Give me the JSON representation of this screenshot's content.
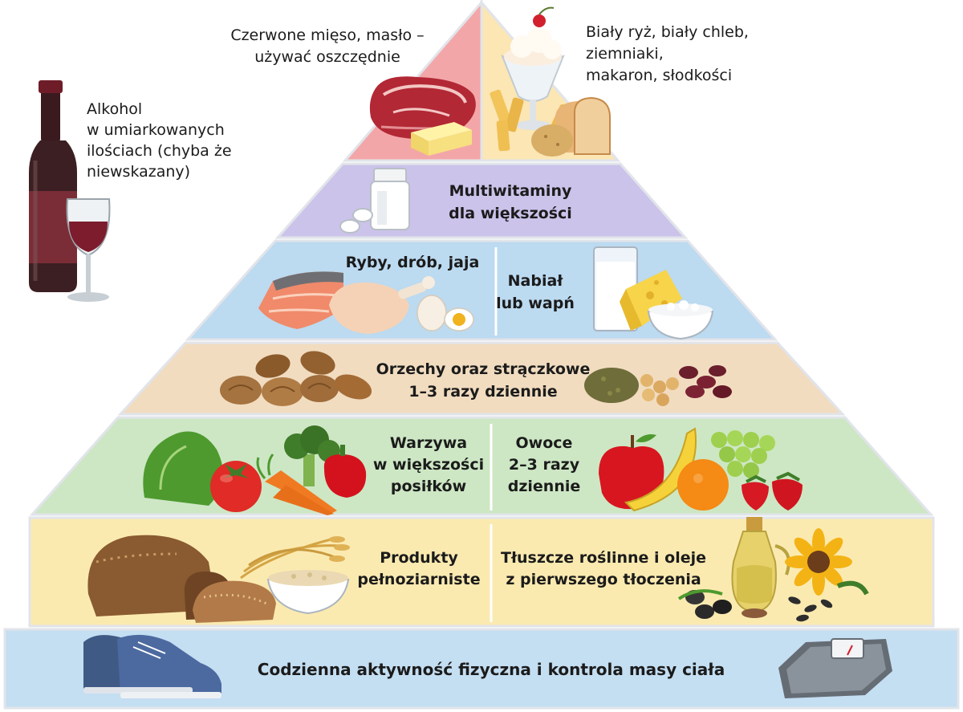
{
  "tiers": {
    "top_left": {
      "lines": [
        "Czerwone mięso, masło –",
        "używać oszczędnie"
      ],
      "icons": [
        "steak-icon",
        "butter-icon"
      ],
      "color": "#f3a6a8"
    },
    "top_right": {
      "lines": [
        "Biały ryż, biały chleb,",
        "ziemniaki,",
        "makaron, słodkości"
      ],
      "icons": [
        "sundae-icon",
        "pasta-icon",
        "bread-icon",
        "potato-icon"
      ],
      "color": "#fbe6b4"
    },
    "multivitamins": {
      "lines": [
        "Multiwitaminy",
        "dla większości"
      ],
      "icons": [
        "pill-bottle-icon",
        "pill-icon"
      ],
      "color": "#cbc3ea"
    },
    "protein": {
      "left_lines": [
        "Ryby, drób, jaja"
      ],
      "right_lines": [
        "Nabiał",
        "lub wapń"
      ],
      "icons": [
        "salmon-icon",
        "chicken-leg-icon",
        "egg-icon",
        "milk-glass-icon",
        "cheese-icon",
        "cottage-cheese-bowl-icon"
      ],
      "color": "#bcdaf0"
    },
    "nuts": {
      "lines": [
        "Orzechy oraz strączkowe",
        "1–3 razy dziennie"
      ],
      "icons": [
        "walnut-icon",
        "almond-icon",
        "lentils-icon",
        "chickpeas-icon",
        "beans-icon"
      ],
      "color": "#f1dcc0"
    },
    "produce": {
      "left_lines": [
        "Warzywa",
        "w większości",
        "posiłków"
      ],
      "right_lines": [
        "Owoce",
        "2–3 razy",
        "dziennie"
      ],
      "icons": [
        "lettuce-icon",
        "broccoli-icon",
        "tomato-icon",
        "carrot-icon",
        "pepper-icon",
        "apple-icon",
        "banana-icon",
        "orange-icon",
        "grapes-icon",
        "strawberry-icon"
      ],
      "color": "#cde7c4"
    },
    "grains_oils": {
      "left_lines": [
        "Produkty",
        "pełnoziarniste"
      ],
      "right_lines": [
        "Tłuszcze roślinne i oleje",
        "z pierwszego tłoczenia"
      ],
      "icons": [
        "whole-grain-bread-icon",
        "wheat-icon",
        "oat-bowl-icon",
        "oil-bottle-icon",
        "sunflower-icon",
        "olives-icon",
        "seeds-icon"
      ],
      "color": "#fbeab0"
    },
    "base": {
      "lines": [
        "Codzienna aktywność fizyczna i kontrola masy ciała"
      ],
      "icons": [
        "sneakers-icon",
        "scale-icon"
      ],
      "color": "#c4def2"
    }
  },
  "alcohol": {
    "lines": [
      "Alkohol",
      "w umiarkowanych",
      "ilościach (chyba że",
      "niewskazany)"
    ],
    "icons": [
      "wine-bottle-icon",
      "wine-glass-icon"
    ]
  }
}
